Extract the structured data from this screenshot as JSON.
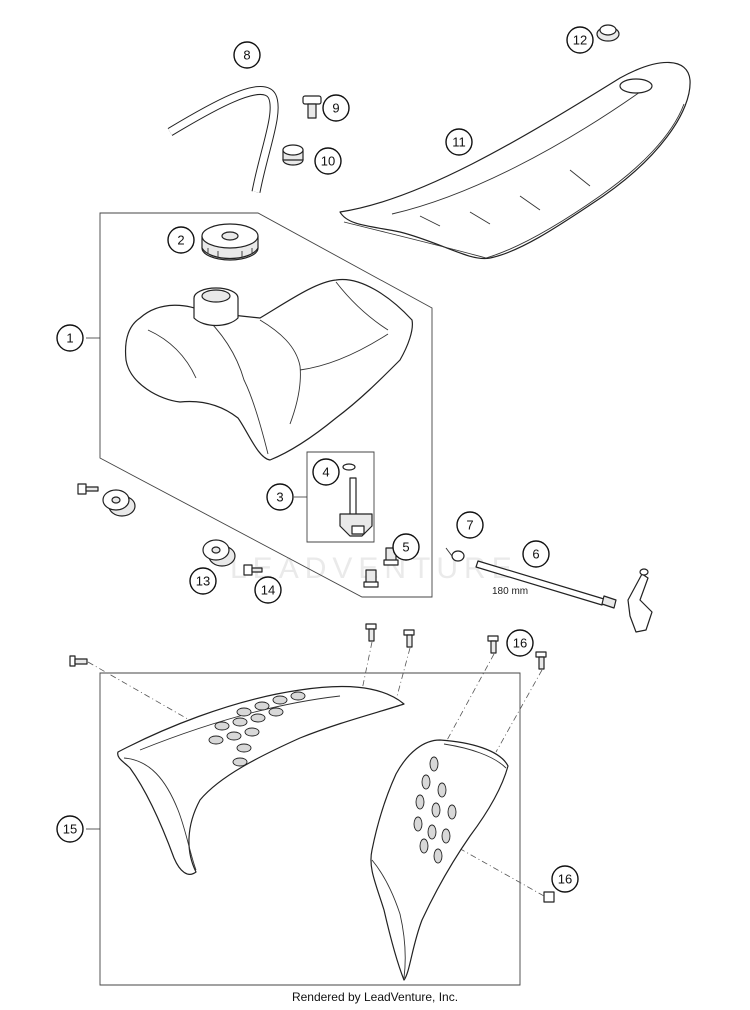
{
  "callouts": [
    "1",
    "2",
    "3",
    "4",
    "5",
    "6",
    "7",
    "8",
    "9",
    "10",
    "11",
    "12",
    "13",
    "14",
    "15",
    "16",
    "16"
  ],
  "dimension_label": "180 mm",
  "watermark": "LEADVENTURE",
  "footer": "Rendered by LeadVenture, Inc."
}
